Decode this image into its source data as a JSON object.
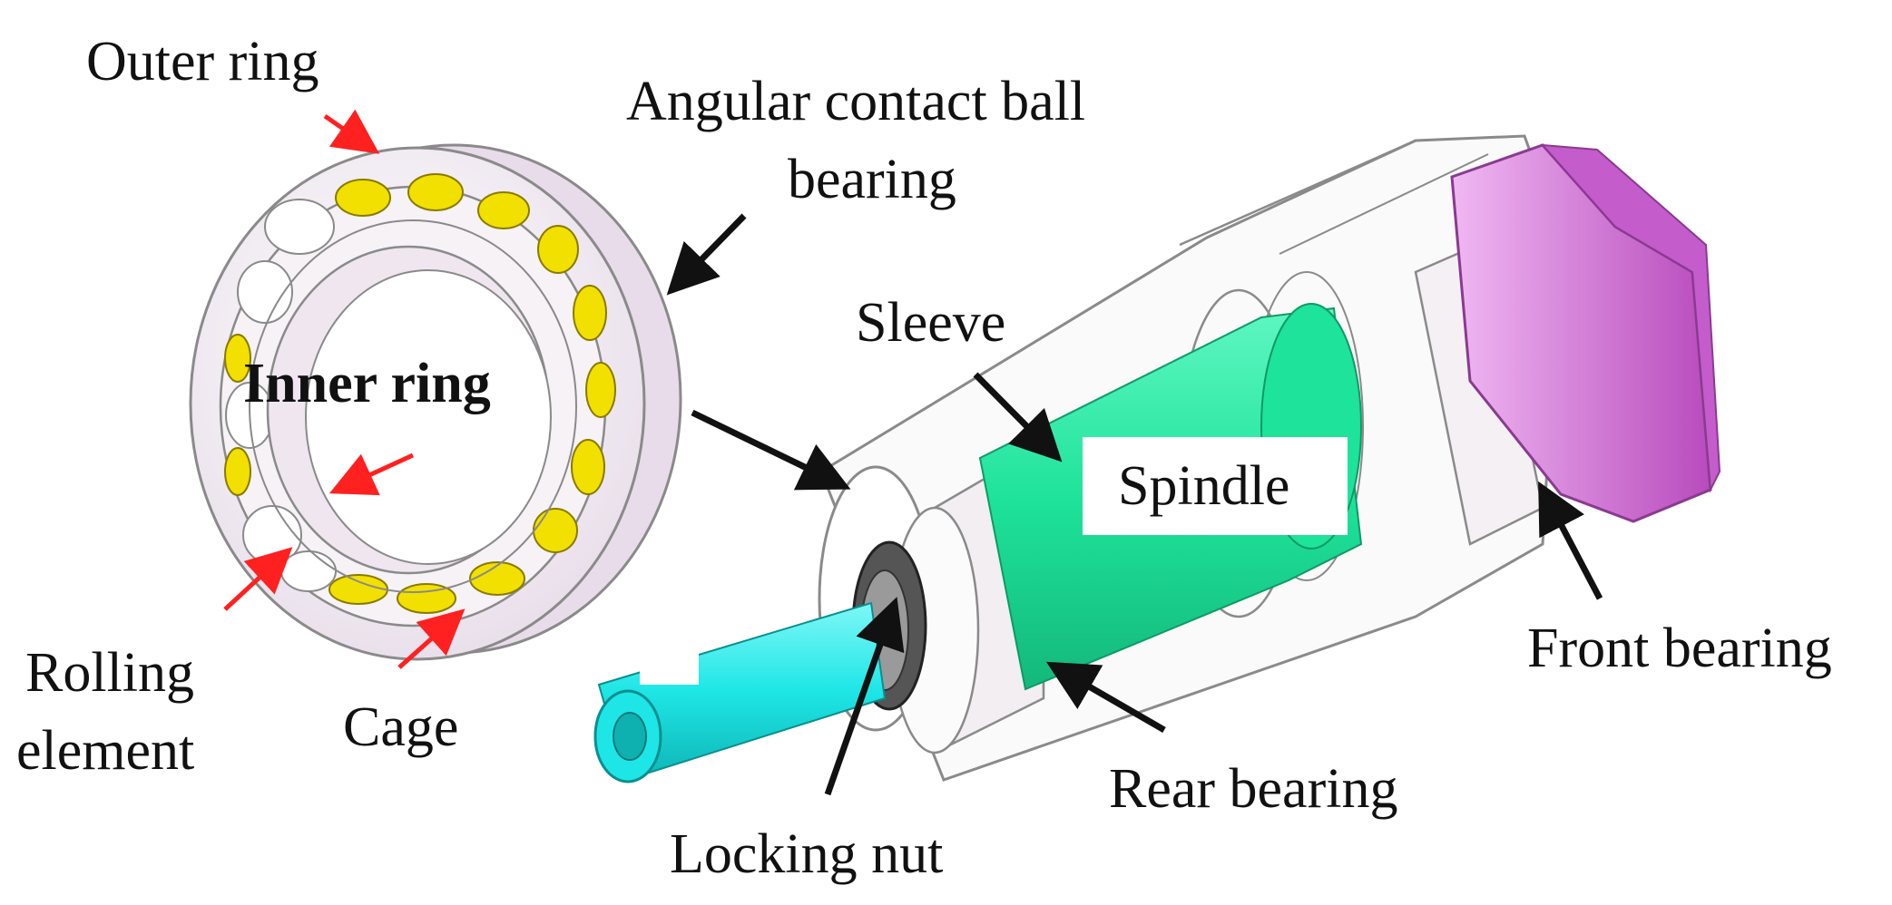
{
  "diagram": {
    "labels": {
      "outer_ring": "Outer ring",
      "angular_line1": "Angular contact ball",
      "angular_line2": "bearing",
      "inner_ring": "Inner ring",
      "sleeve": "Sleeve",
      "spindle": "Spindle",
      "front_bearing": "Front bearing",
      "rolling_line1": "Rolling",
      "rolling_line2": "element",
      "cage": "Cage",
      "rear_bearing": "Rear bearing",
      "locking_nut": "Locking nut"
    },
    "colors": {
      "callout_red": "#ff2020",
      "callout_black": "#111111",
      "spindle_green": "#1ee39a",
      "shaft_cyan": "#1ee6e6",
      "nut_magenta": "#d06ad6",
      "ball_yellow": "#f2e000",
      "outline_gray": "#8a8a8a"
    }
  }
}
